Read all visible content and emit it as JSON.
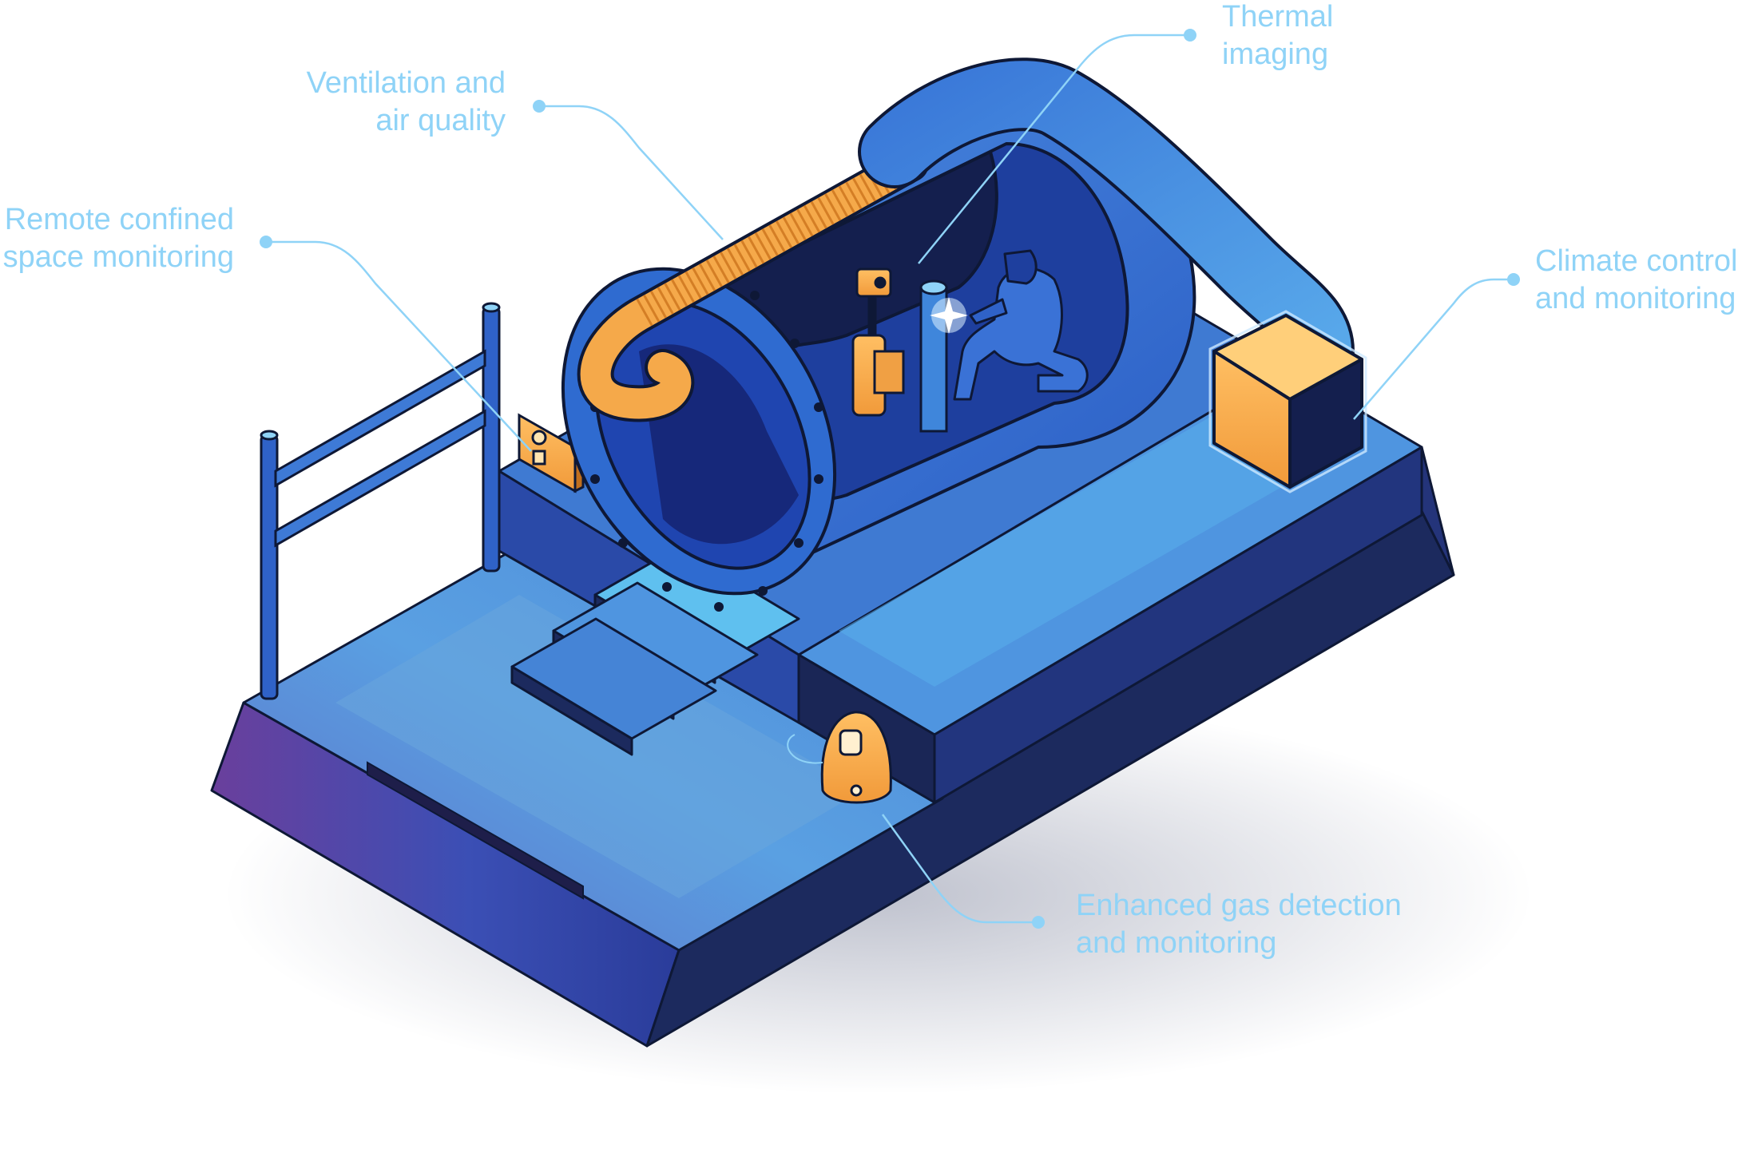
{
  "callouts": {
    "thermal": {
      "lines": [
        "Thermal",
        "imaging"
      ]
    },
    "ventilation": {
      "lines": [
        "Ventilation and",
        "air quality"
      ]
    },
    "remote": {
      "lines": [
        "Remote confined",
        "space monitoring"
      ]
    },
    "climate": {
      "lines": [
        "Climate control",
        "and monitoring"
      ]
    },
    "gas": {
      "lines": [
        "Enhanced gas detection",
        "and monitoring"
      ]
    }
  },
  "colors": {
    "label": "#8fd3f7",
    "leader": "#8fd3f7",
    "platform_top": "#4a86d8",
    "platform_side": "#1c2a5e",
    "tank": "#2f6bd0",
    "tank_interior": "#1e3f9e",
    "accent_orange": "#f5a94a",
    "outline": "#0e1836"
  }
}
